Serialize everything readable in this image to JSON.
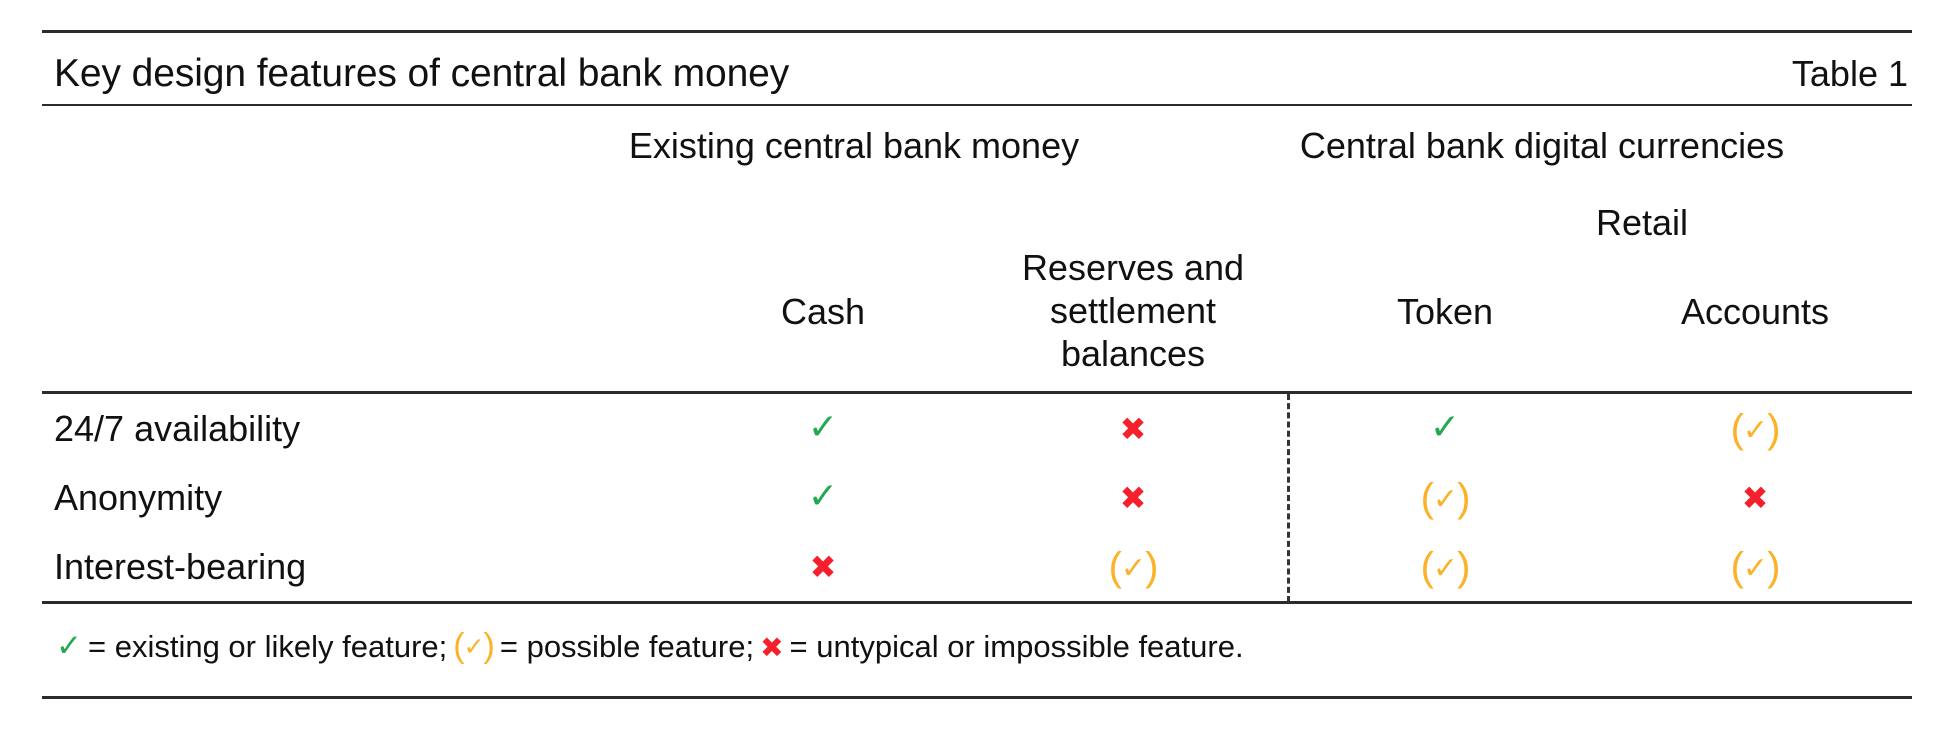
{
  "table": {
    "title": "Key design features of central bank money",
    "number": "Table 1",
    "column_groups": [
      {
        "label": "Existing central bank money",
        "spans": [
          "Cash",
          "Reserves and settlement balances"
        ]
      },
      {
        "label": "Central bank digital currencies",
        "spans": [
          "Token",
          "Accounts"
        ],
        "subgroup": "Retail"
      }
    ],
    "columns": [
      {
        "key": "cash",
        "label": "Cash"
      },
      {
        "key": "reserves",
        "label": "Reserves and settlement balances"
      },
      {
        "key": "token",
        "label": "Token"
      },
      {
        "key": "accounts",
        "label": "Accounts"
      }
    ],
    "rows": [
      {
        "label": "24/7 availability",
        "values": [
          "yes",
          "no",
          "yes",
          "maybe"
        ]
      },
      {
        "label": "Anonymity",
        "values": [
          "yes",
          "no",
          "maybe",
          "no"
        ]
      },
      {
        "label": "Interest-bearing",
        "values": [
          "no",
          "maybe",
          "maybe",
          "maybe"
        ]
      }
    ],
    "marks": {
      "yes": {
        "glyph": "✓",
        "name": "check-icon",
        "color": "#22a84f"
      },
      "no": {
        "glyph": "✖",
        "name": "cross-icon",
        "color": "#f5202b"
      },
      "maybe": {
        "open": "(",
        "glyph": "✓",
        "close": ")",
        "name": "parenthesised-check-icon",
        "color": "#fbb229"
      }
    },
    "footnote": {
      "segments": [
        {
          "mark": "yes",
          "text": "= existing or likely feature;"
        },
        {
          "mark": "maybe",
          "text": "= possible feature;"
        },
        {
          "mark": "no",
          "text": "= untypical or impossible feature."
        }
      ]
    }
  }
}
